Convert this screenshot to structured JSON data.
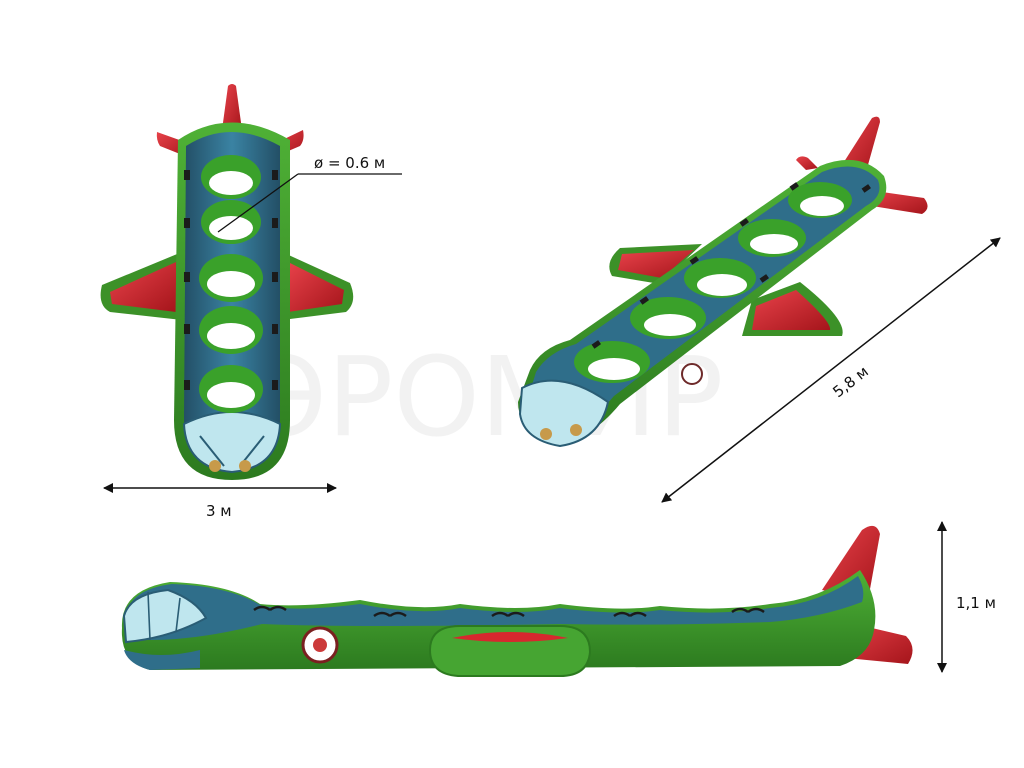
{
  "watermark": "АЭРОМИР",
  "dimensions": {
    "hole_diameter": "ø = 0.6 м",
    "width": "3 м",
    "length": "5,8 м",
    "height": "1,1 м"
  },
  "colors": {
    "body_green": "#3f9a2c",
    "body_blue": "#2f6e8a",
    "wing_red": "#d7282e",
    "hole_green": "#38a32a",
    "window": "#bfe6ee"
  }
}
